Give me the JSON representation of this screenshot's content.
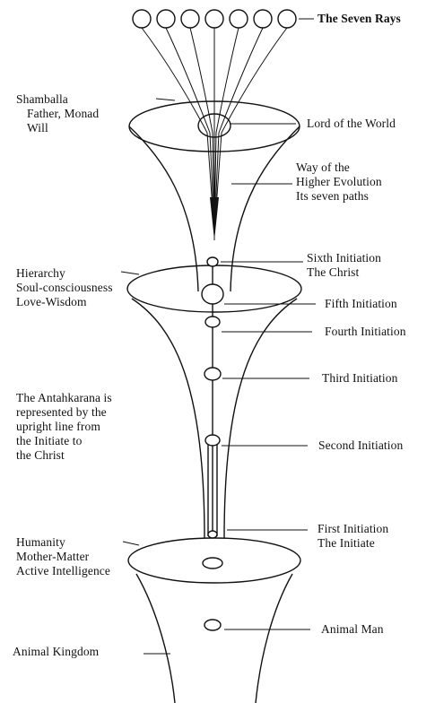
{
  "labels": {
    "seven_rays": "The Seven Rays",
    "shamballa": [
      "Shamballa",
      "Father, Monad",
      "Will"
    ],
    "lord_of_world": "Lord of the World",
    "way_of_higher": [
      "Way of the",
      "Higher Evolution",
      "Its seven paths"
    ],
    "sixth_initiation": [
      "Sixth Initiation",
      "The Christ"
    ],
    "hierarchy": [
      "Hierarchy",
      "Soul-consciousness",
      "Love-Wisdom"
    ],
    "fifth_initiation": "Fifth Initiation",
    "fourth_initiation": "Fourth Initiation",
    "third_initiation": "Third Initiation",
    "antahkarana": [
      "The Antahkarana is",
      "represented by the",
      "upright line from",
      "the Initiate to",
      "the Christ"
    ],
    "second_initiation": "Second Initiation",
    "first_initiation": [
      "First Initiation",
      "The Initiate"
    ],
    "humanity": [
      "Humanity",
      "Mother-Matter",
      "Active Intelligence"
    ],
    "animal_man": "Animal Man",
    "animal_kingdom": "Animal Kingdom"
  },
  "colors": {
    "ink": "#111111",
    "paper": "#ffffff"
  }
}
